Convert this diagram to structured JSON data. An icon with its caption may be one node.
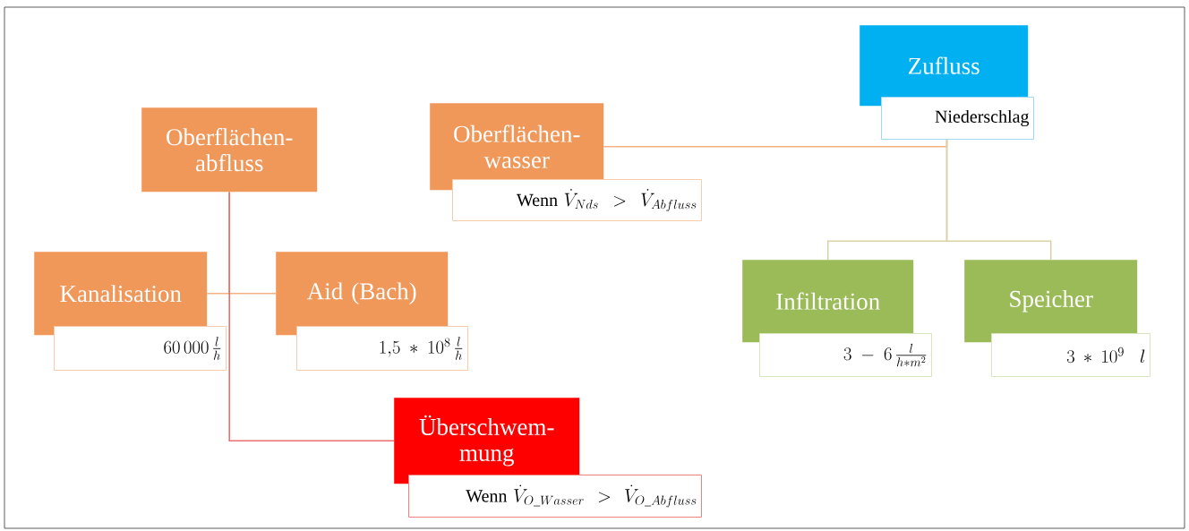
{
  "diagram": {
    "nodes": [
      {
        "text": [
          "Zufluss",
          "Niederschlag"
        ]
      },
      {
        "text": [
          "Oberflächen- abfluss"
        ]
      },
      {
        "text": [
          "Oberflächen- wasser",
          "\\text{Wenn } \\dot{V}_{Nds} > \\dot{V}_{Abfluss}"
        ]
      },
      {
        "text": [
          "Kanalisation",
          "60\\,000\\,\\frac{l}{h}"
        ]
      },
      {
        "text": [
          "Aid (Bach)",
          "1{,}5 \\ast 10^{8}\\,\\frac{l}{h}"
        ]
      },
      {
        "text": [
          "Infiltration",
          "3 - 6\\,\\frac{l}{h \\ast m^{2}}"
        ]
      },
      {
        "text": [
          "Speicher",
          "3 \\ast 10^{9}\\; l"
        ]
      },
      {
        "text": [
          "Überschwem- mung",
          "\\text{Wenn } \\dot{V}_{O\\_Wasser} > \\dot{V}_{O\\_Abfluss}"
        ]
      }
    ],
    "edges": [
      {
        "from": 0,
        "to": 2,
        "arrow": "none"
      },
      {
        "from": 0,
        "to": 5,
        "arrow": "none",
        "color": "#d9d2a9"
      },
      {
        "from": 0,
        "to": 6,
        "arrow": "none",
        "color": "#d9d2a9"
      },
      {
        "from": 1,
        "to": 3,
        "arrow": "none"
      },
      {
        "from": 1,
        "to": 4,
        "arrow": "none"
      },
      {
        "from": 1,
        "to": 7,
        "arrow": "none",
        "color": "#e87070"
      }
    ]
  }
}
